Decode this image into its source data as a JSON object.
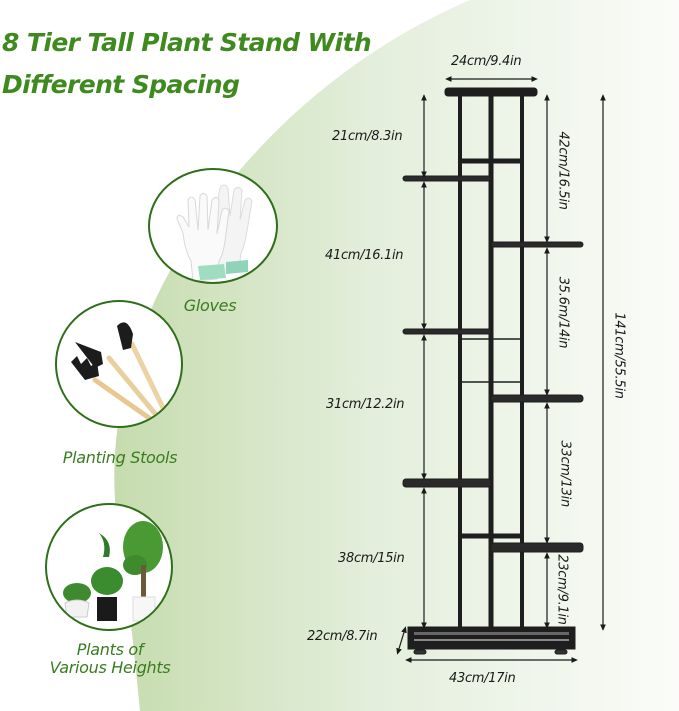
{
  "title": {
    "line1": "8 Tier Tall Plant Stand With",
    "line2": "Different Spacing",
    "color": "#3f8a1e"
  },
  "accessories": [
    {
      "label": "Gloves",
      "icon": "gloves-icon"
    },
    {
      "label": "Planting Stools",
      "icon": "garden-tools-icon"
    },
    {
      "label_line1": "Plants of",
      "label_line2": "Various Heights",
      "icon": "potted-plants-icon"
    }
  ],
  "dimensions": {
    "top_width": "24cm/9.4in",
    "left": [
      "21cm/8.3in",
      "41cm/16.1in",
      "31cm/12.2in",
      "38cm/15in"
    ],
    "right": [
      "42cm/16.5in",
      "35.6m/14in",
      "33cm/13in",
      "23cm/9.1in"
    ],
    "total_height": "141cm/55.5in",
    "base_depth": "22cm/8.7in",
    "base_width": "43cm/17in"
  },
  "colors": {
    "accent_green": "#3f8a1e",
    "circle_border": "#2f6e1a",
    "background_green": "#d6e6c4",
    "stand_metal": "#1e1e1e"
  }
}
